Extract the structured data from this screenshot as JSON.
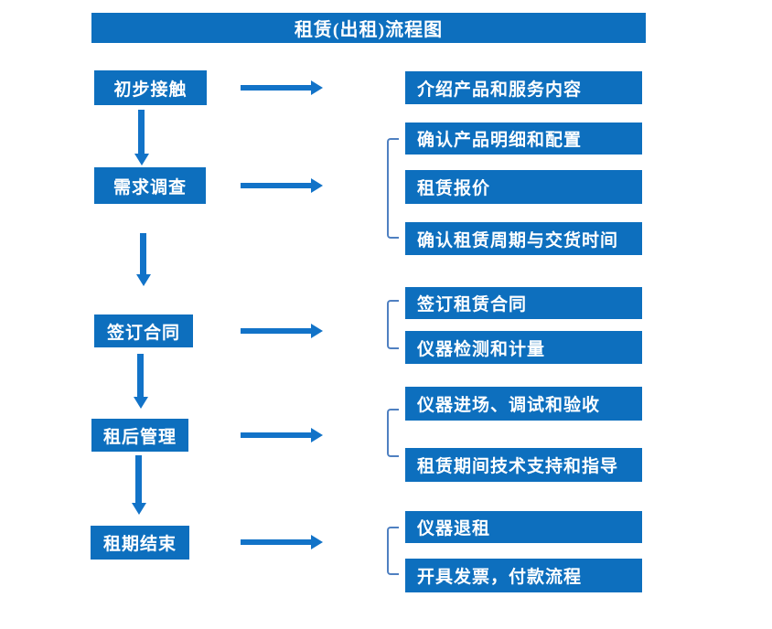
{
  "title_bar": {
    "text": "租赁(出租)流程图"
  },
  "colors": {
    "box_fill": "#0d6fbe",
    "arrow": "#1273c8",
    "bracket": "#4f80c1",
    "text": "#ffffff",
    "background": "#ffffff"
  },
  "left_steps": [
    {
      "label": "初步接触"
    },
    {
      "label": "需求调查"
    },
    {
      "label": "签订合同"
    },
    {
      "label": "租后管理"
    },
    {
      "label": "租期结束"
    }
  ],
  "right_groups": [
    {
      "items": [
        {
          "label": "介绍产品和服务内容"
        }
      ]
    },
    {
      "items": [
        {
          "label": "确认产品明细和配置"
        },
        {
          "label": "租赁报价"
        },
        {
          "label": "确认租赁周期与交货时间"
        }
      ]
    },
    {
      "items": [
        {
          "label": "签订租赁合同"
        },
        {
          "label": "仪器检测和计量"
        }
      ]
    },
    {
      "items": [
        {
          "label": "仪器进场、调试和验收"
        },
        {
          "label": "租赁期间技术支持和指导"
        }
      ]
    },
    {
      "items": [
        {
          "label": "仪器退租"
        },
        {
          "label": "开具发票，付款流程"
        }
      ]
    }
  ]
}
